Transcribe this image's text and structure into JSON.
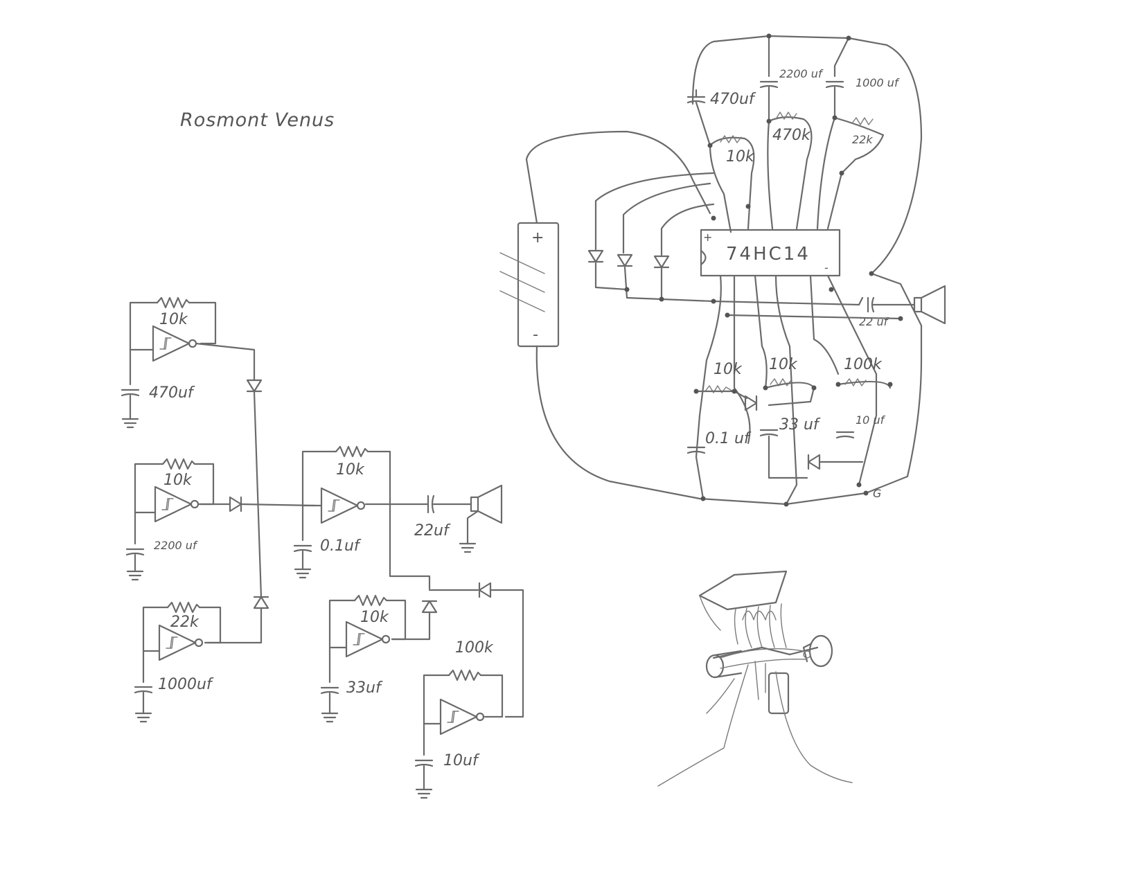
{
  "title": "Rosmont Venus",
  "schematic": {
    "osc1": {
      "resistor": "10k",
      "capacitor": "470uf"
    },
    "osc2": {
      "resistor": "10k",
      "capacitor": "2200 uf"
    },
    "osc3": {
      "resistor": "22k",
      "capacitor": "1000uf"
    },
    "osc4": {
      "resistor": "10k",
      "capacitor": "0.1uf"
    },
    "osc5": {
      "resistor": "10k",
      "capacitor": "33uf"
    },
    "osc6": {
      "resistor": "100k",
      "capacitor": "10uf"
    },
    "output_capacitor": "22uf"
  },
  "layout": {
    "chip": "74HC14",
    "top": {
      "caps": [
        "470uf",
        "2200 uf",
        "1000 uf"
      ],
      "resistors": [
        "10k",
        "470k",
        "22k"
      ]
    },
    "bottom": {
      "resistors": [
        "10k",
        "10k",
        "100k"
      ],
      "caps": [
        "0.1 uf",
        "33 uf",
        "10 uf"
      ]
    },
    "output_capacitor": "22 uf",
    "plus": "+",
    "minus": "-",
    "ground": "G"
  },
  "colors": {
    "ink": "#6a6a6a",
    "paper": "#ffffff"
  }
}
